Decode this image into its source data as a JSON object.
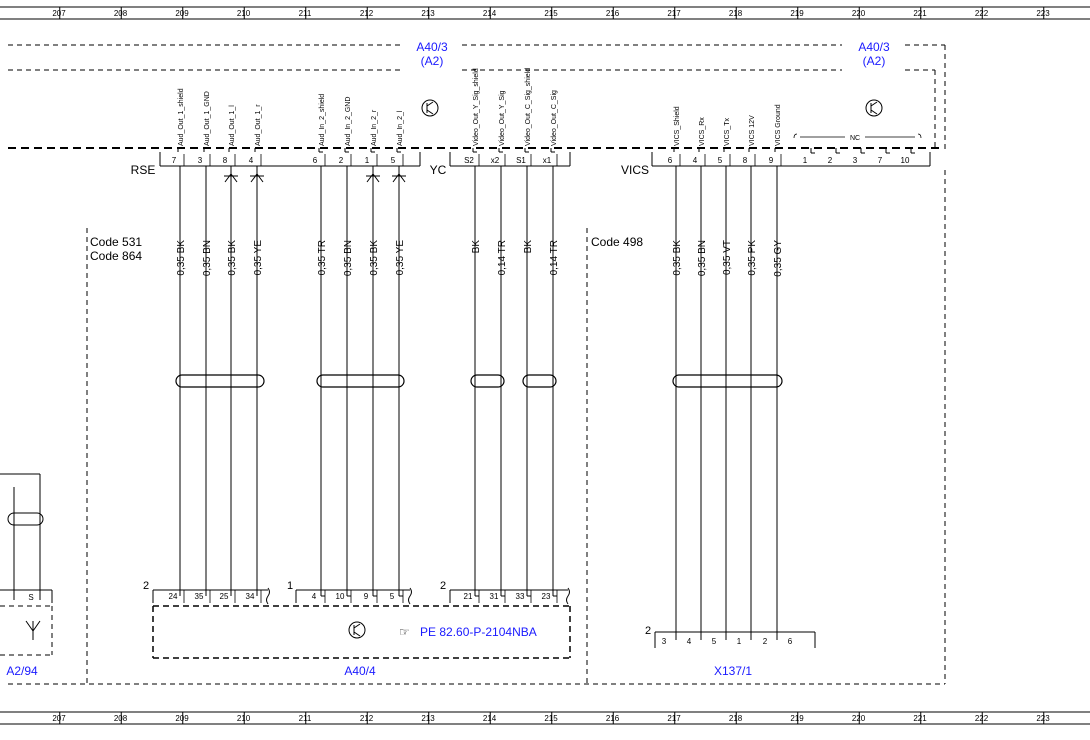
{
  "grid_columns": [
    "207",
    "208",
    "209",
    "210",
    "211",
    "212",
    "213",
    "214",
    "215",
    "216",
    "217",
    "218",
    "219",
    "220",
    "221",
    "222",
    "223"
  ],
  "modules": {
    "a40_3_left": {
      "name": "A40/3",
      "sub": "(A2)"
    },
    "a40_3_right": {
      "name": "A40/3",
      "sub": "(A2)"
    },
    "a40_4": {
      "name": "A40/4",
      "ref": "PE 82.60-P-2104NBA"
    },
    "x137_1": {
      "name": "X137/1"
    },
    "a2_94": {
      "name": "A2/94"
    }
  },
  "codes": {
    "left": [
      "Code 531",
      "Code 864"
    ],
    "right": [
      "Code 498"
    ]
  },
  "connectors": {
    "rse": "RSE",
    "yc": "YC",
    "vics": "VICS",
    "nc": "NC"
  },
  "rse_pins": [
    {
      "label": "Aud_Out_1_shield",
      "pin": "7",
      "wire": "",
      "bottom": ""
    },
    {
      "label": "Aud_Out_1_GND",
      "pin": "3",
      "wire": "0,35 BK",
      "bottom": "24"
    },
    {
      "label": "Aud_Out_1_l",
      "pin": "8",
      "wire": "0,35 BN",
      "bottom": "35"
    },
    {
      "label": "Aud_Out_1_r",
      "pin": "4",
      "wire": "0,35 BK",
      "bottom": "25"
    },
    {
      "label": "",
      "pin": "",
      "wire": "0,35 YE",
      "bottom": "34"
    }
  ],
  "rse2_pins": [
    {
      "label": "Aud_In_2_shield",
      "pin": "6",
      "wire": "0,35 TR",
      "bottom": "4"
    },
    {
      "label": "Aud_In_2_GND",
      "pin": "2",
      "wire": "0,35 BN",
      "bottom": "10"
    },
    {
      "label": "Aud_In_2_r",
      "pin": "1",
      "wire": "0,35 BK",
      "bottom": "9"
    },
    {
      "label": "Aud_In_2_l",
      "pin": "5",
      "wire": "0,35 YE",
      "bottom": "5"
    }
  ],
  "yc_pins": [
    {
      "label": "Video_Out_Y_Sig_shield",
      "pin": "S2",
      "wire": "BK",
      "bottom": "21"
    },
    {
      "label": "Video_Out_Y_Sig",
      "pin": "x2",
      "wire": "0,14 TR",
      "bottom": "31"
    },
    {
      "label": "Video_Out_C_Sig_shield",
      "pin": "S1",
      "wire": "BK",
      "bottom": "33"
    },
    {
      "label": "Video_Out_C_Sig",
      "pin": "x1",
      "wire": "0,14 TR",
      "bottom": "23"
    }
  ],
  "vics_pins": [
    {
      "label": "VICS_Shield",
      "pin": "6",
      "wire": "0,35 BK",
      "bottom": "3"
    },
    {
      "label": "VICS_Rx",
      "pin": "4",
      "wire": "0,35 BN",
      "bottom": "4"
    },
    {
      "label": "VICS_Tx",
      "pin": "5",
      "wire": "0,35 VT",
      "bottom": "5"
    },
    {
      "label": "VICS 12V",
      "pin": "8",
      "wire": "0,35 PK",
      "bottom": "1"
    },
    {
      "label": "VICS Ground",
      "pin": "9",
      "wire": "0,35 GY",
      "bottom": "2"
    }
  ],
  "nc_pins": [
    "1",
    "2",
    "3",
    "7",
    "10"
  ],
  "extra_pins": {
    "rse_top_7": "7",
    "x137_extra": "6",
    "a2_94_s": "S"
  },
  "group_numbers": {
    "g1": "2",
    "g2": "1",
    "g3": "2",
    "g4": "2"
  },
  "colors": {
    "line": "#000000",
    "blue": "#1a1aff"
  }
}
